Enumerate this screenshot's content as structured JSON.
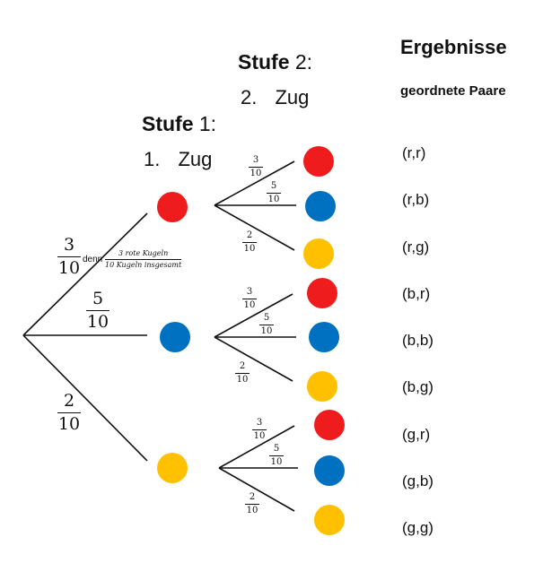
{
  "stage1": {
    "bold": "Stufe",
    "rest": " 1:",
    "sub": "1. Zug"
  },
  "stage2": {
    "bold": "Stufe",
    "rest": " 2:",
    "sub": "2. Zug"
  },
  "results": {
    "title": "Ergebnisse",
    "subtitle": "geordnete Paare",
    "pairs": [
      "(r,r)",
      "(r,b)",
      "(r,g)",
      "(b,r)",
      "(b,b)",
      "(b,g)",
      "(g,r)",
      "(g,b)",
      "(g,g)"
    ]
  },
  "colors": {
    "red": "#ee1c1c",
    "blue": "#0070c0",
    "yellow": "#ffc000"
  },
  "first_level": [
    {
      "color": "red",
      "num": "3",
      "den": "10"
    },
    {
      "color": "blue",
      "num": "5",
      "den": "10"
    },
    {
      "color": "yellow",
      "num": "2",
      "den": "10"
    }
  ],
  "second_level_probs": [
    {
      "num": "3",
      "den": "10"
    },
    {
      "num": "5",
      "den": "10"
    },
    {
      "num": "2",
      "den": "10"
    }
  ],
  "note": {
    "prefix": "denn",
    "num": "3 rote Kugeln",
    "den": "10 Kugeln insgesamt"
  }
}
